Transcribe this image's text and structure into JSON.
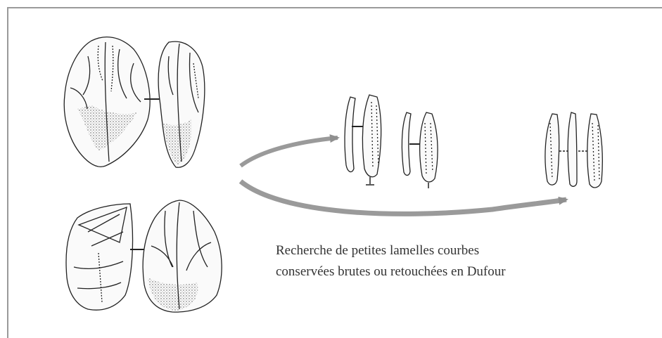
{
  "caption": {
    "line1": "Recherche de petites lamelles courbes",
    "line2": "conservées brutes ou retouchées en Dufour"
  },
  "colors": {
    "arrow": "#9a9a9a",
    "ink": "#222222",
    "frame": "#9a9a9a"
  },
  "icons": [
    "core-drawing",
    "bladelet-drawing",
    "curved-arrow"
  ]
}
